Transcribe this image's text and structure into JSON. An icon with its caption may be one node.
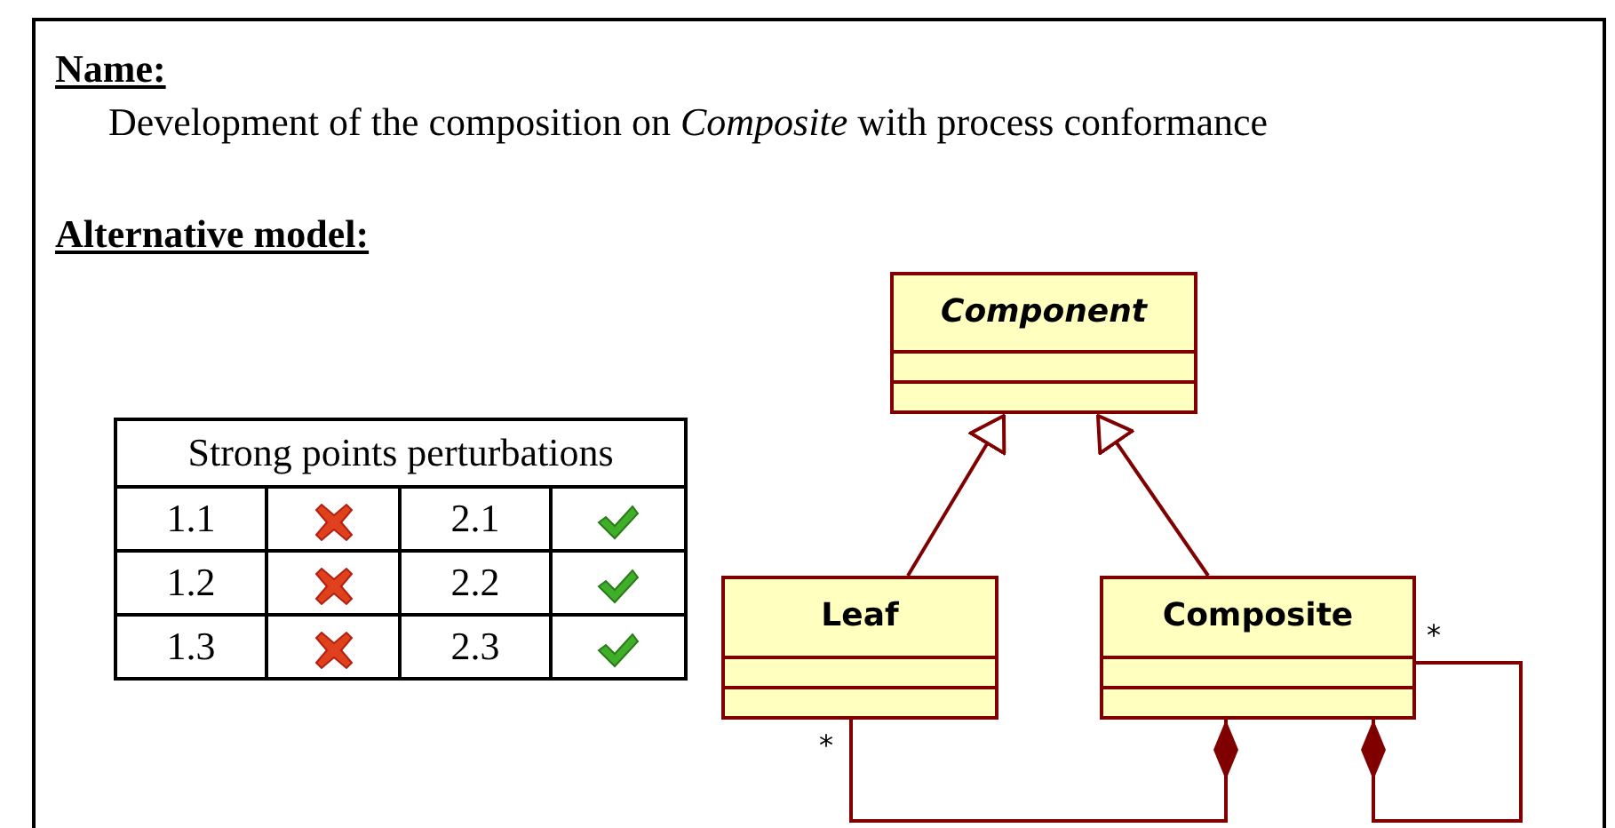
{
  "diagram": {
    "nodes": [
      {
        "text": [
          "Component"
        ]
      },
      {
        "text": [
          "Leaf"
        ]
      },
      {
        "text": [
          "Composite"
        ]
      }
    ],
    "edges": [
      {
        "from": 1,
        "to": 0,
        "arrow": "to"
      },
      {
        "from": 2,
        "to": 0,
        "arrow": "to"
      },
      {
        "from": 2,
        "to": 1,
        "arrow": "other",
        "label": "*"
      },
      {
        "from": 2,
        "to": 2,
        "arrow": "other",
        "label": "*"
      }
    ],
    "labels": [
      "Name:",
      "Development of the composition on *Composite* with process conformance",
      "Alternative model:",
      "Strong points perturbations",
      "1.1",
      "2.1",
      "1.2",
      "2.2",
      "1.3",
      "2.3"
    ]
  }
}
